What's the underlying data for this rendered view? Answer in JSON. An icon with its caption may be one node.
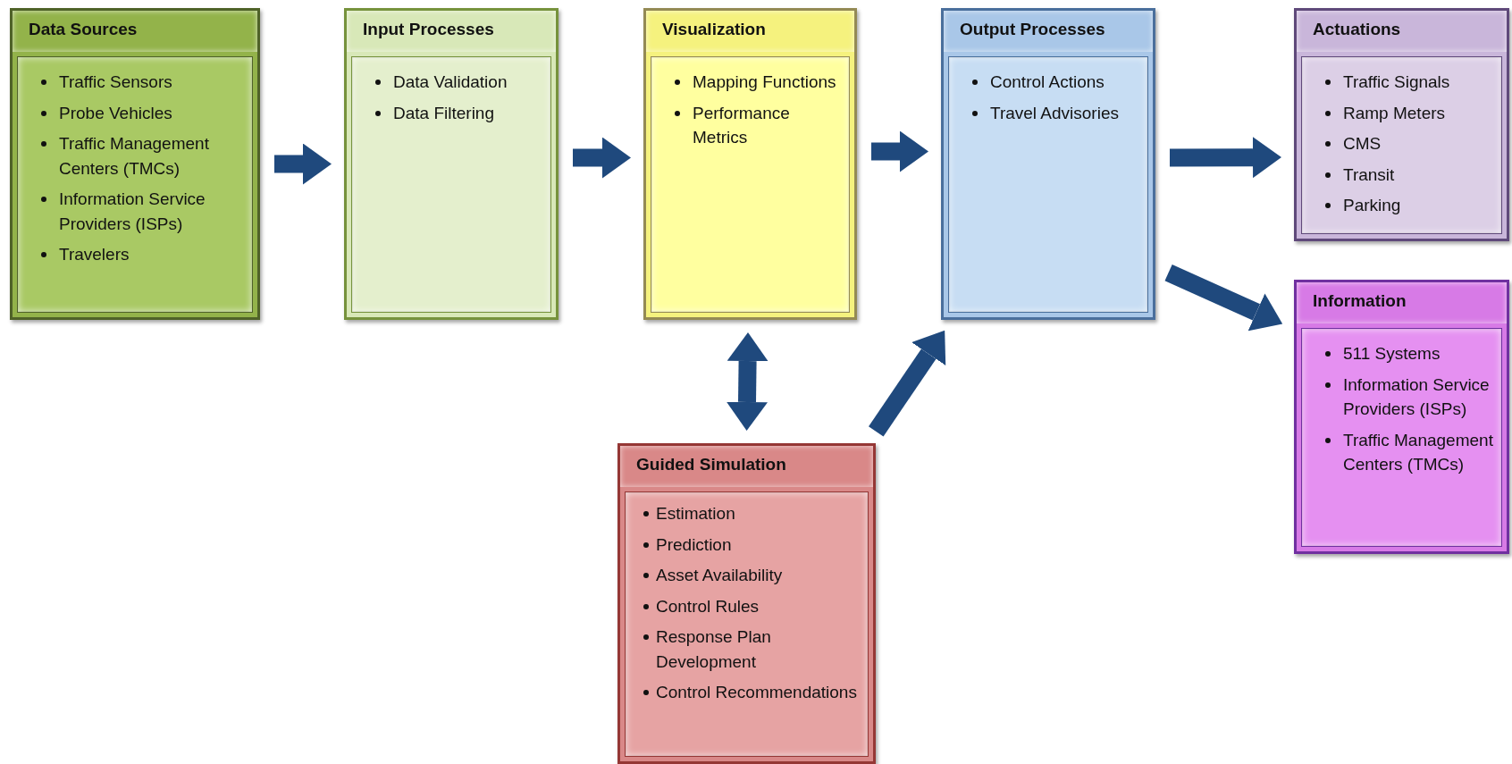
{
  "diagram": {
    "nodes": [
      {
        "text": [
          "Data Sources",
          "Traffic Sensors",
          "Probe Vehicles",
          "Traffic Management Centers (TMCs)",
          "Information Service Providers (ISPs)",
          "Travelers"
        ]
      },
      {
        "text": [
          "Input Processes",
          "Data Validation",
          "Data Filtering"
        ]
      },
      {
        "text": [
          "Visualization",
          "Mapping Functions",
          "Performance Metrics"
        ]
      },
      {
        "text": [
          "Output Processes",
          "Control Actions",
          "Travel Advisories"
        ]
      },
      {
        "text": [
          "Actuations",
          "Traffic Signals",
          "Ramp Meters",
          "CMS",
          "Transit",
          "Parking"
        ]
      },
      {
        "text": [
          "Information",
          "511 Systems",
          "Information Service Providers (ISPs)",
          "Traffic Management Centers (TMCs)"
        ]
      },
      {
        "text": [
          "Guided Simulation",
          "Estimation",
          "Prediction",
          "Asset Availability",
          "Control Rules",
          "Response Plan Development",
          "Control Recommendations"
        ]
      }
    ],
    "edges": [
      {
        "from": 0,
        "to": 1,
        "arrow": "to"
      },
      {
        "from": 1,
        "to": 2,
        "arrow": "to"
      },
      {
        "from": 2,
        "to": 3,
        "arrow": "to"
      },
      {
        "from": 3,
        "to": 4,
        "arrow": "to"
      },
      {
        "from": 3,
        "to": 5,
        "arrow": "to"
      },
      {
        "from": 2,
        "to": 6,
        "arrow": "both"
      },
      {
        "from": 6,
        "to": 3,
        "arrow": "to"
      }
    ]
  }
}
